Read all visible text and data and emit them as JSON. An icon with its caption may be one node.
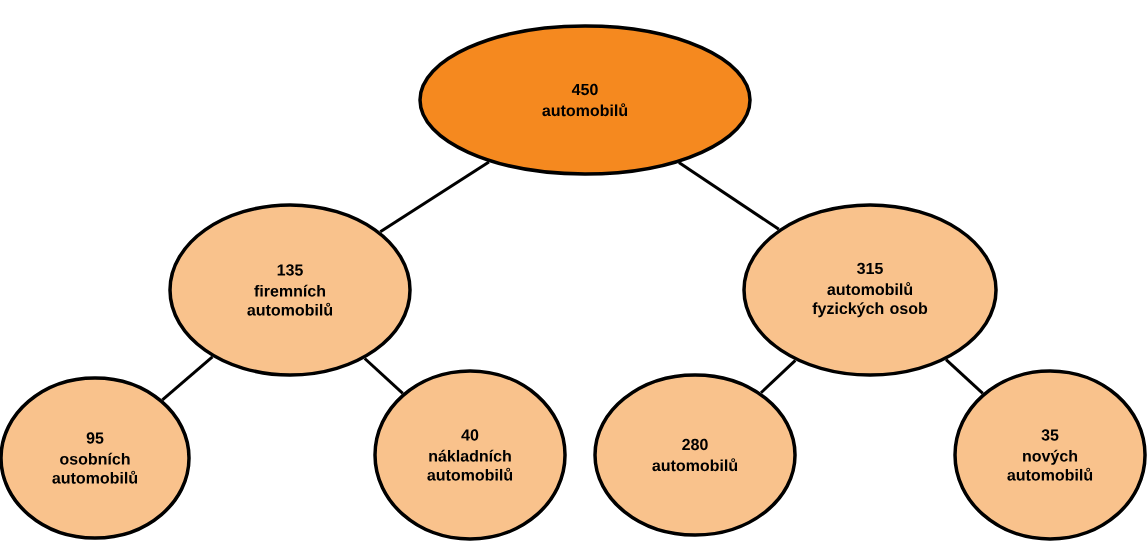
{
  "diagram": {
    "nodes": [
      {
        "text": [
          "450",
          "automobilů"
        ]
      },
      {
        "text": [
          "135",
          "firemních automobilů"
        ]
      },
      {
        "text": [
          "315",
          "automobilů fyzických osob"
        ]
      },
      {
        "text": [
          "95",
          "osobních automobilů"
        ]
      },
      {
        "text": [
          "40",
          "nákladních automobilů"
        ]
      },
      {
        "text": [
          "280",
          "automobilů"
        ]
      },
      {
        "text": [
          "35",
          "nových automobilů"
        ]
      }
    ],
    "edges": [
      {
        "from": 0,
        "to": 1,
        "arrow": "none"
      },
      {
        "from": 0,
        "to": 2,
        "arrow": "none"
      },
      {
        "from": 1,
        "to": 3,
        "arrow": "none"
      },
      {
        "from": 1,
        "to": 4,
        "arrow": "none"
      },
      {
        "from": 2,
        "to": 5,
        "arrow": "none"
      },
      {
        "from": 2,
        "to": 6,
        "arrow": "none"
      }
    ]
  }
}
